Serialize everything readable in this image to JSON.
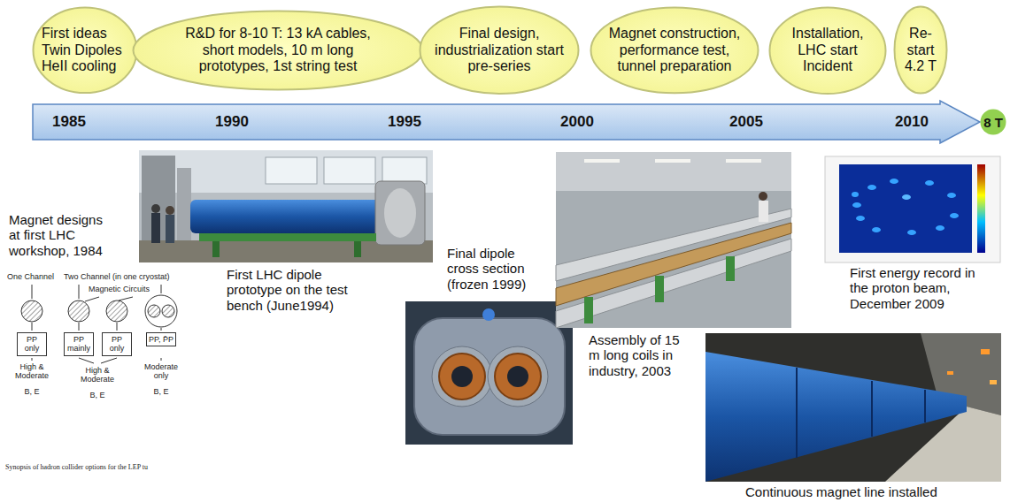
{
  "diagram": {
    "nodes": [
      {
        "text": [
          "First ideas Twin Dipoles HeII cooling"
        ]
      },
      {
        "text": [
          "R&D for 8-10 T: 13 kA cables, short models, 10 m long prototypes, 1st string test"
        ]
      },
      {
        "text": [
          "Final design, industrialization start pre-series"
        ]
      },
      {
        "text": [
          "Magnet construction, performance test, tunnel preparation"
        ]
      },
      {
        "text": [
          "Installation, LHC start Incident"
        ]
      },
      {
        "text": [
          "Re- start 4.2 T"
        ]
      },
      {
        "text": [
          "1985",
          "1990",
          "1995",
          "2000",
          "2005",
          "2010"
        ]
      },
      {
        "text": [
          "8 T"
        ]
      },
      {
        "text": [
          "PP only"
        ]
      },
      {
        "text": [
          "PP mainly"
        ]
      },
      {
        "text": [
          "PP only"
        ]
      },
      {
        "text": [
          "PP, P̄P"
        ]
      }
    ],
    "labels": [
      "Magnet designs at first LHC workshop, 1984",
      "First LHC dipole prototype on the test bench (June1994)",
      "Final dipole cross section (frozen 1999)",
      "Assembly of 15 m long coils in industry, 2003",
      "First energy record in the proton beam, December 2009",
      "One Channel",
      "Two Channel (in one cryostat)",
      "Magnetic Circuits",
      "High & Moderate",
      "B, E",
      "High & Moderate",
      "B, E",
      "Moderate only",
      "B, E",
      "Synopsis of hadron collider options for the LEP tu",
      "Continuous magnet line installed"
    ]
  }
}
